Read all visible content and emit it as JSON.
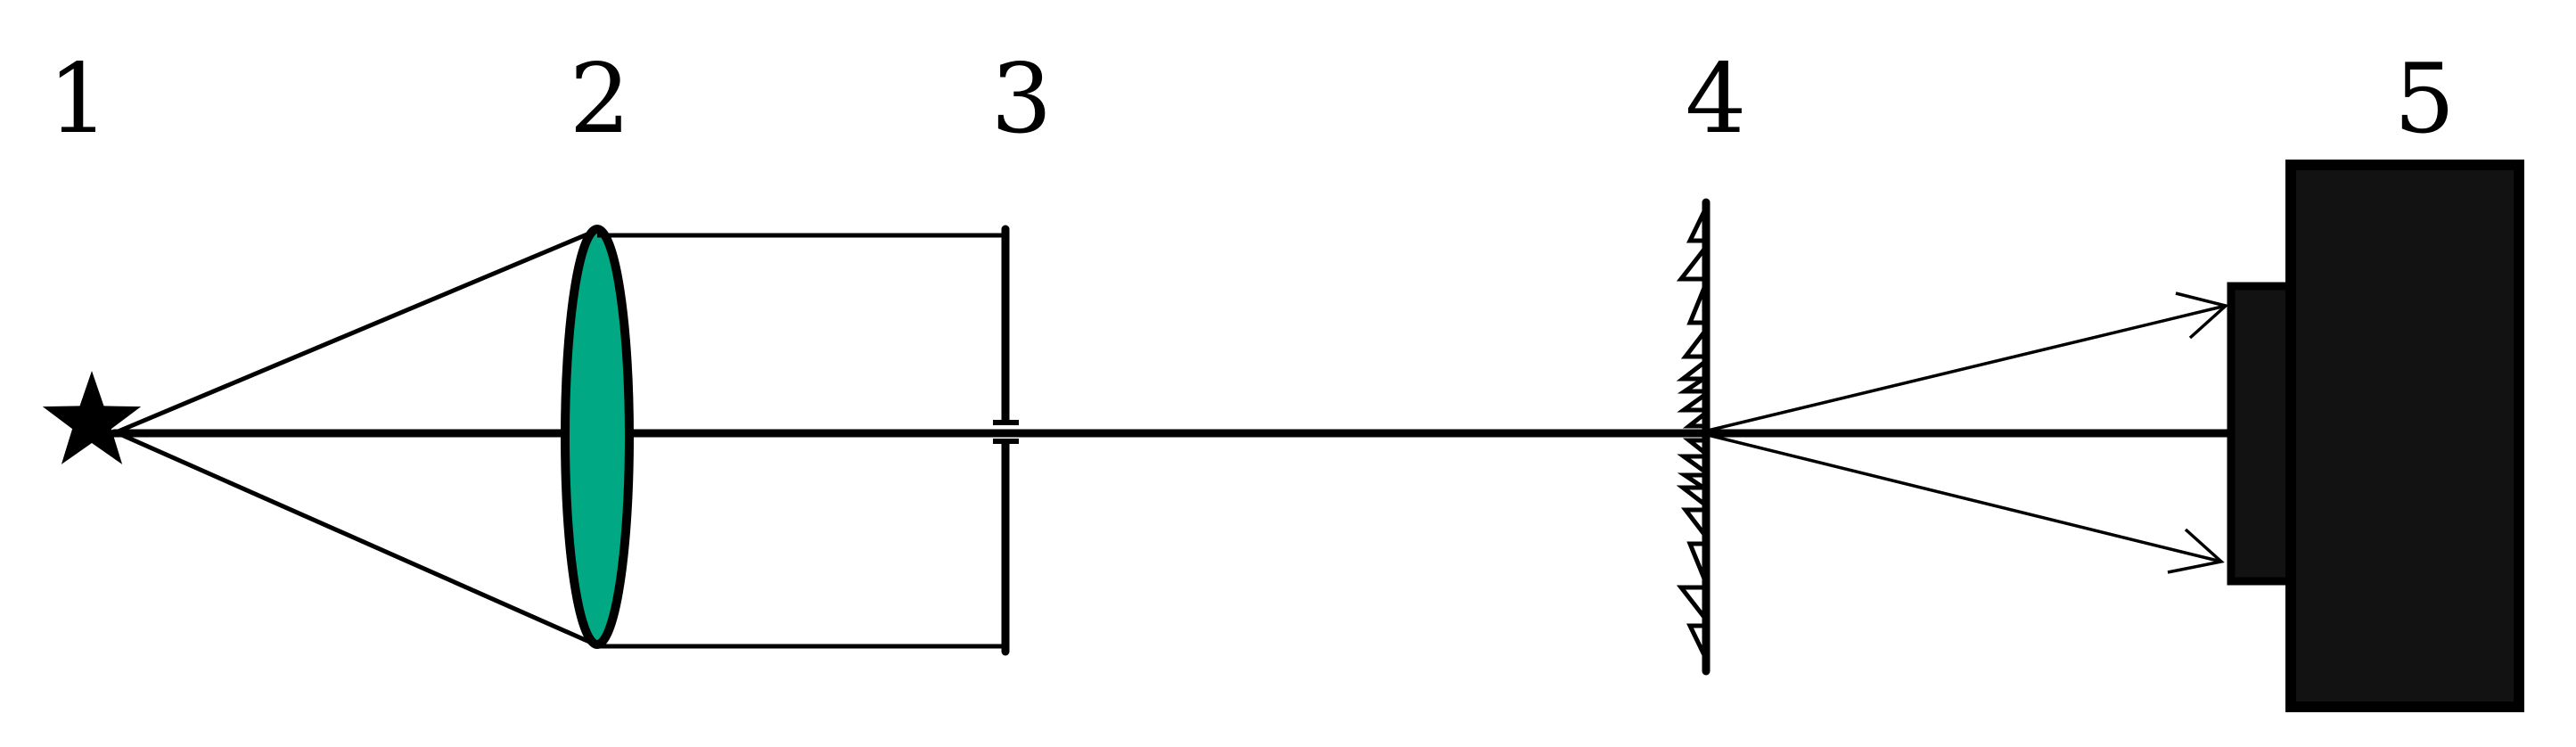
{
  "diagram": {
    "labels": [
      {
        "text": "1",
        "component": "point-light-source-star"
      },
      {
        "text": "2",
        "component": "converging-lens"
      },
      {
        "text": "3",
        "component": "focal-slit-aperture"
      },
      {
        "text": "4",
        "component": "diffraction-grating"
      },
      {
        "text": "5",
        "component": "detector-camera"
      }
    ],
    "colors": {
      "background": "#ffffff",
      "ink": "#000000",
      "lens_fill": "#00a884",
      "detector_fill": "#121212"
    }
  }
}
